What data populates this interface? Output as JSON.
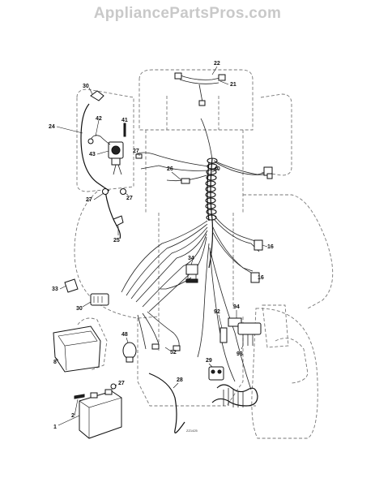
{
  "watermark": "AppliancePartsPros.com",
  "drawing_code": "ZZ1425",
  "callouts": {
    "c22": "22",
    "c21": "21",
    "c30a": "30",
    "c42": "42",
    "c24": "24",
    "c41": "41",
    "c43": "43",
    "c27a": "27",
    "c26": "26",
    "c40": "40",
    "c27b": "27",
    "c27c": "27",
    "c25": "25",
    "c16a": "16",
    "c34": "34",
    "c16b": "16",
    "c33": "33",
    "c30b": "30",
    "c92": "92",
    "c94": "94",
    "c93": "93",
    "c48": "48",
    "c52": "52",
    "c8": "8",
    "c29": "29",
    "c27d": "27",
    "c28": "28",
    "c2": "2",
    "c1": "1"
  }
}
